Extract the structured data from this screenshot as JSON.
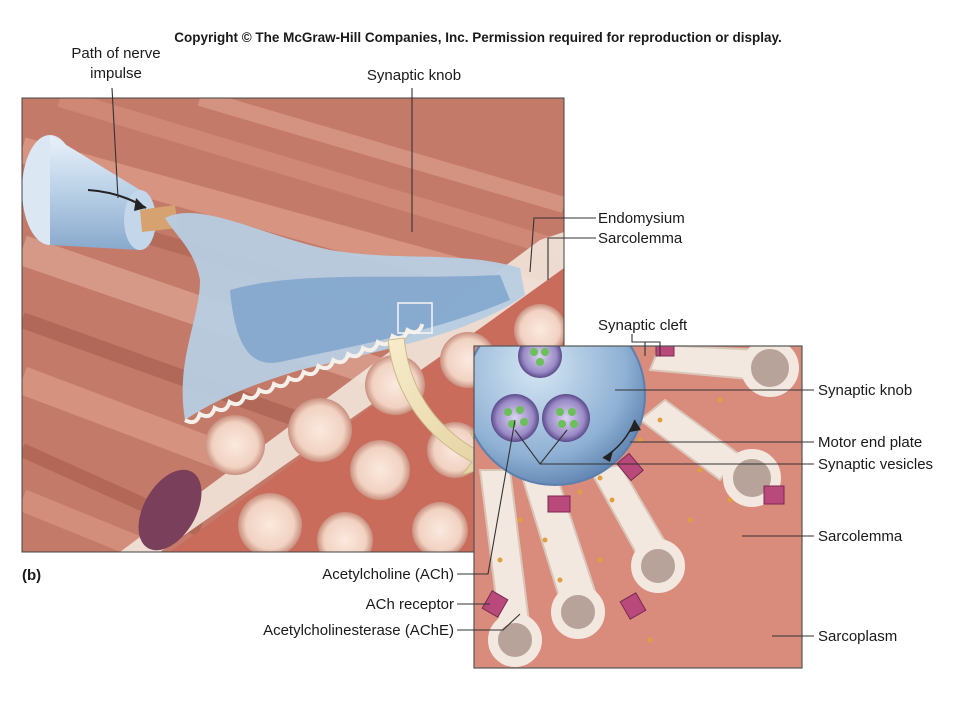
{
  "copyright": "Copyright © The McGraw-Hill Companies, Inc. Permission required for reproduction or display.",
  "panel_label": "(b)",
  "labels": {
    "path_of_nerve_impulse_line1": "Path of nerve",
    "path_of_nerve_impulse_line2": "impulse",
    "synaptic_knob_top": "Synaptic knob",
    "endomysium": "Endomysium",
    "sarcolemma_top": "Sarcolemma",
    "synaptic_cleft": "Synaptic cleft",
    "synaptic_knob_right": "Synaptic knob",
    "motor_end_plate": "Motor end plate",
    "synaptic_vesicles": "Synaptic vesicles",
    "sarcolemma_right": "Sarcolemma",
    "sarcoplasm": "Sarcoplasm",
    "acetylcholine": "Acetylcholine (ACh)",
    "ach_receptor": "ACh receptor",
    "acetylcholinesterase": "Acetylcholinesterase (AChE)"
  },
  "colors": {
    "muscle": "#c9806e",
    "muscle_dark": "#a85a4c",
    "knob_blue": "#a9c3dc",
    "knob_dark": "#6f93bd",
    "membrane": "#f4ece4",
    "vesicle": "#6e5a9a",
    "ach_dot": "#6cc05a",
    "receptor": "#b8497a"
  }
}
